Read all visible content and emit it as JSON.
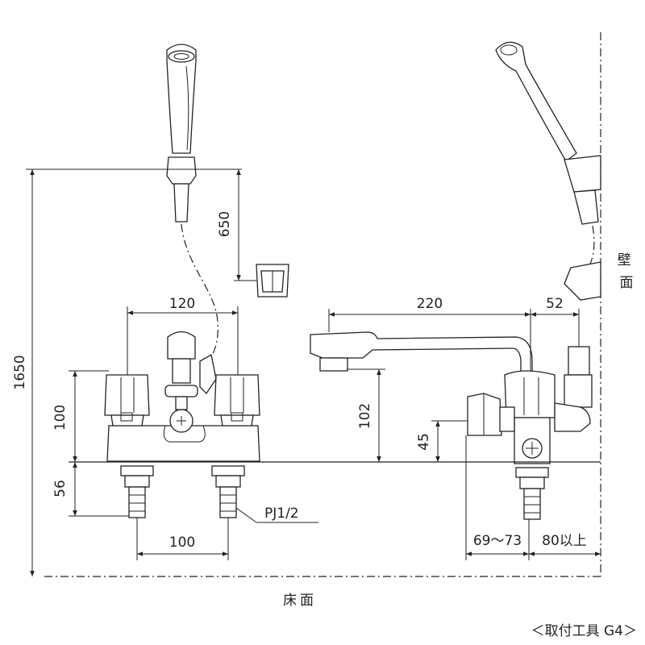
{
  "dimensions": {
    "total_height": "1650",
    "hose_hook": "650",
    "handle_spacing": "120",
    "spout_reach": "220",
    "spout_to_wall": "52",
    "handle_height": "100",
    "spout_height": "102",
    "body_height": "45",
    "shank_length": "56",
    "inlet_spacing": "100",
    "wall_range": "69〜73",
    "wall_clearance": "80以上"
  },
  "labels": {
    "thread": "PJ1/2",
    "wall": "壁面",
    "floor": "床面",
    "mount_kit": "＜取付工具 G4＞"
  },
  "colors": {
    "line": "#222222",
    "background": "#ffffff"
  }
}
